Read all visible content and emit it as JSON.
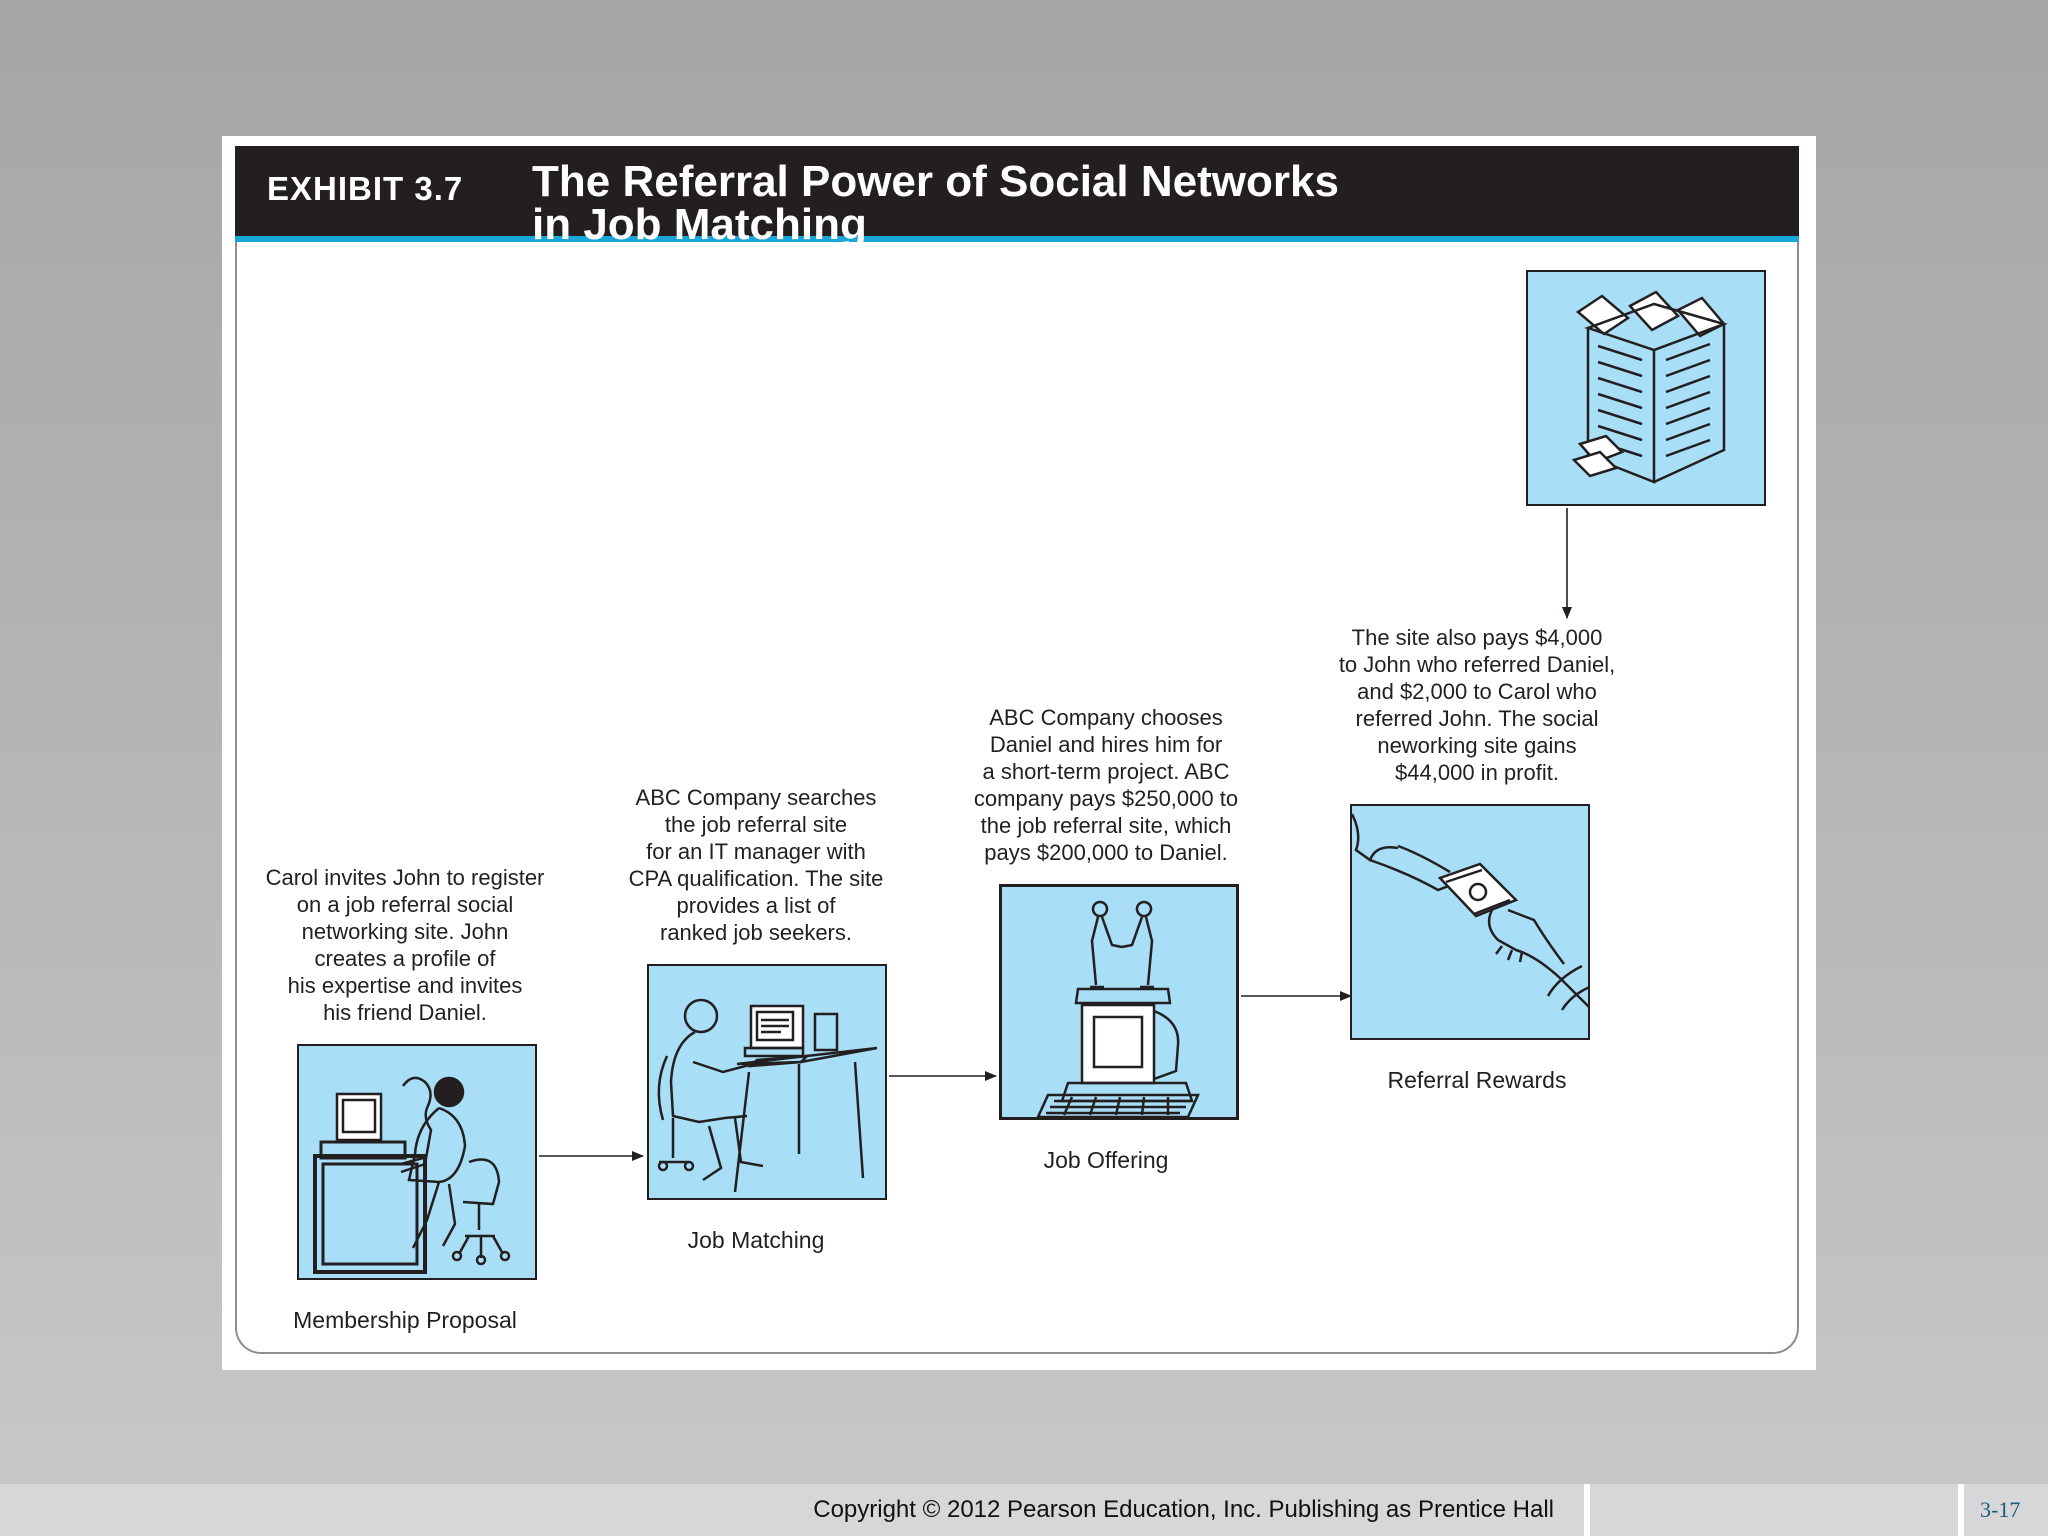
{
  "exhibit": {
    "label": "EXHIBIT 3.7",
    "title": "The Referral Power of Social Networks\nin Job Matching"
  },
  "steps": [
    {
      "caption": "Membership Proposal",
      "description": "Carol invites John to register\non a job referral social\nnetworking site. John\ncreates a profile of\nhis expertise and invites\nhis friend Daniel.",
      "icon": "office-workers-icon"
    },
    {
      "caption": "Job Matching",
      "description": "ABC Company searches\nthe job referral site\nfor an IT manager with\nCPA qualification. The site\nprovides a list of\nranked job seekers.",
      "icon": "person-at-computer-icon"
    },
    {
      "caption": "Job Offering",
      "description": "ABC Company chooses\nDaniel and hires him for\na short-term project. ABC\ncompany pays $250,000 to\nthe job referral site, which\npays $200,000 to Daniel.",
      "icon": "handshake-on-computer-icon"
    },
    {
      "caption": "Referral Rewards",
      "description": "The site also pays $4,000\nto John who referred Daniel,\nand $2,000 to Carol who\nreferred John. The social\nneworking site gains\n$44,000 in profit.",
      "icon": "money-handoff-icon"
    }
  ],
  "profit_box": {
    "icon": "money-building-icon"
  },
  "footer": {
    "copyright": "Copyright © 2012 Pearson Education, Inc. Publishing as Prentice Hall",
    "slide_number": "3-17"
  },
  "colors": {
    "box_fill": "#a8def6",
    "header_band": "#231f20",
    "header_accent": "#1aa6d8"
  }
}
